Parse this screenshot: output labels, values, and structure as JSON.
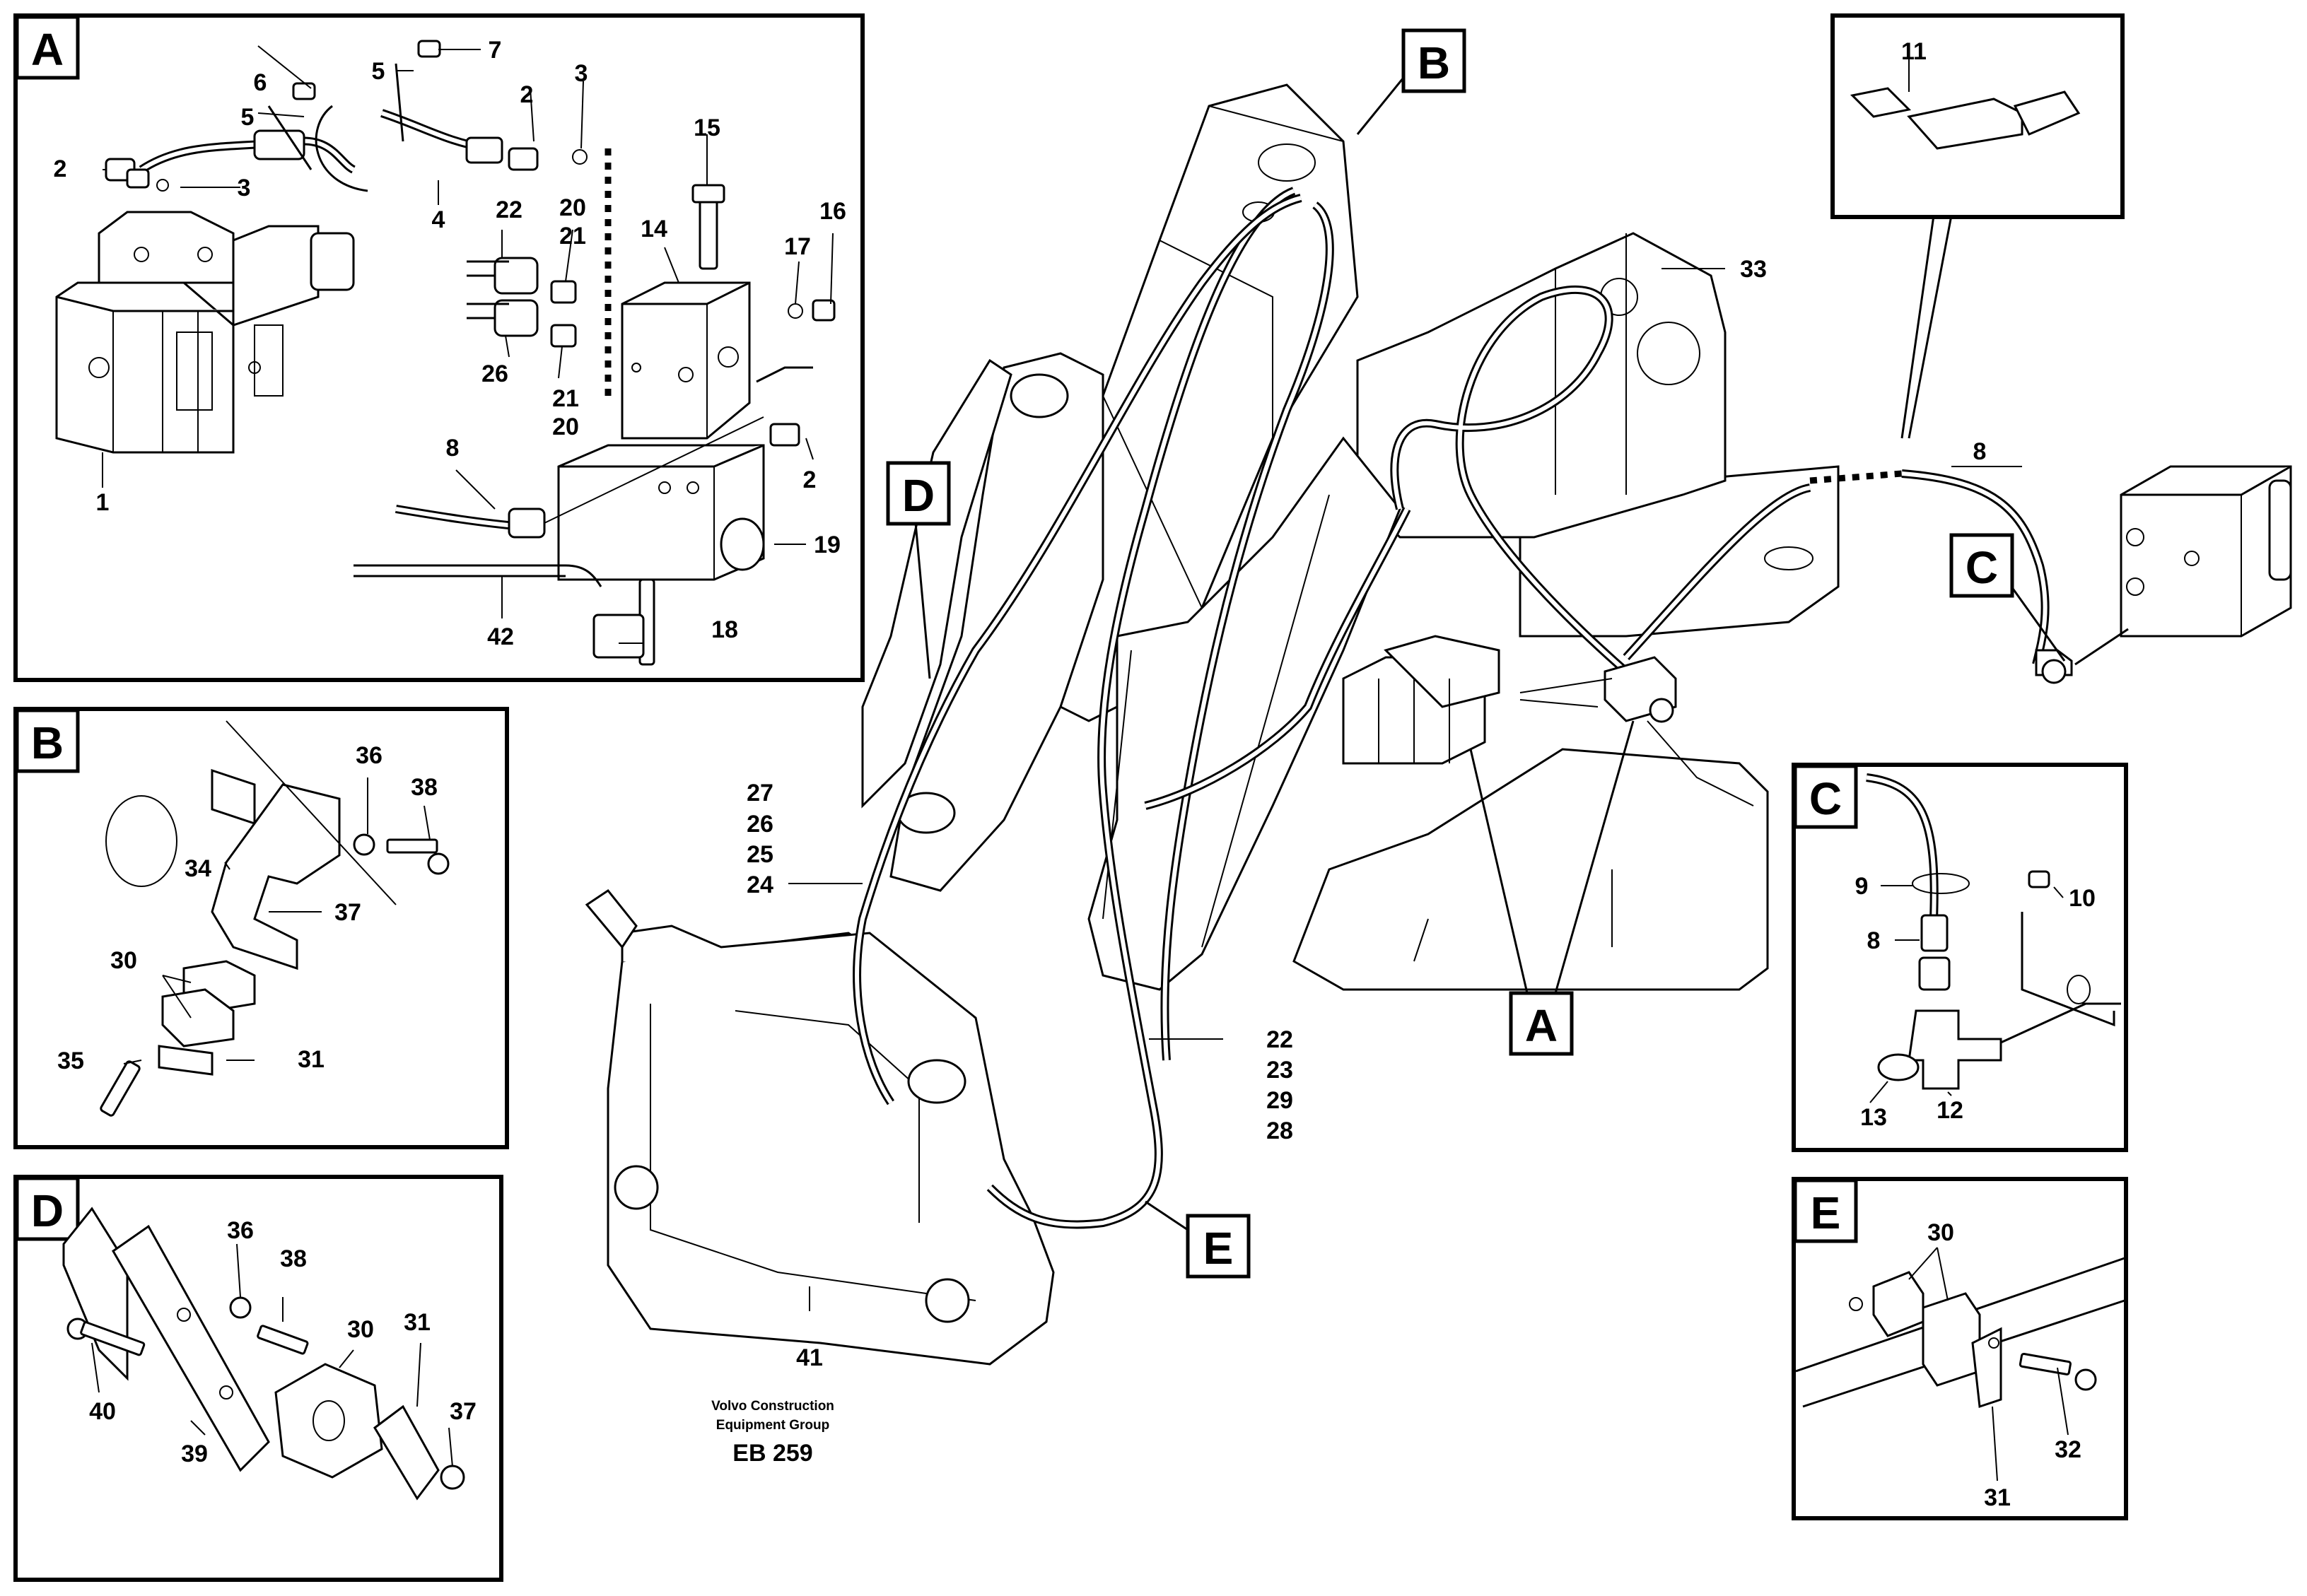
{
  "callouts": {
    "A": [
      "1",
      "2",
      "2",
      "2",
      "3",
      "3",
      "4",
      "5",
      "5",
      "6",
      "7",
      "8",
      "14",
      "15",
      "16",
      "17",
      "18",
      "19",
      "20",
      "20",
      "21",
      "21",
      "22",
      "26",
      "42"
    ],
    "B": [
      "30",
      "31",
      "34",
      "35",
      "36",
      "37",
      "38"
    ],
    "C": [
      "8",
      "9",
      "10",
      "12",
      "13"
    ],
    "D": [
      "30",
      "31",
      "36",
      "37",
      "38",
      "39",
      "40"
    ],
    "E": [
      "30",
      "31",
      "32"
    ],
    "main": [
      "8",
      "11",
      "22",
      "23",
      "24",
      "25",
      "26",
      "27",
      "28",
      "29",
      "33",
      "41"
    ]
  },
  "detail_tags": [
    "A",
    "B",
    "C",
    "D",
    "E"
  ],
  "main_tags": [
    "A",
    "B",
    "C",
    "D",
    "E"
  ],
  "footer": {
    "company_line1": "Volvo Construction",
    "company_line2": "Equipment Group",
    "ref": "EB 259"
  },
  "colors": {
    "line": "#000000",
    "background": "#ffffff"
  }
}
